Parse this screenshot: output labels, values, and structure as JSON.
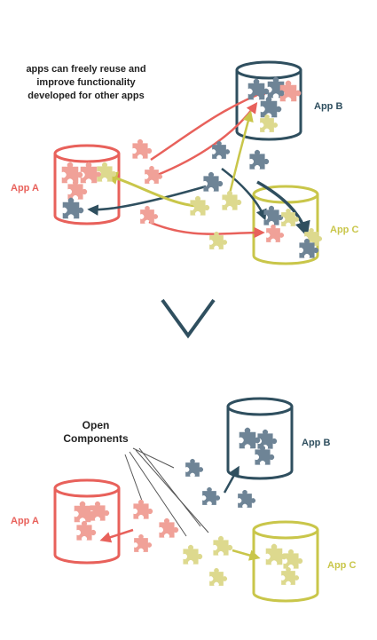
{
  "top": {
    "caption": [
      "apps can freely reuse and",
      "improve  functionality",
      "developed for other apps"
    ],
    "app_a": "App A",
    "app_b": "App B",
    "app_c": "App C"
  },
  "bottom": {
    "open_components": [
      "Open",
      "Components"
    ],
    "app_a": "App A",
    "app_b": "App B",
    "app_c": "App C"
  },
  "colors": {
    "app_a": "#e8615b",
    "app_a_piece": "#f0a198",
    "app_b": "#2f4f5f",
    "app_b_piece": "#6e8496",
    "app_c": "#c9c64a",
    "app_c_piece": "#ddd98e",
    "arrow_icon": "#2f4f5f",
    "leader_line": "#555555"
  },
  "icons": [
    "puzzle-piece-icon",
    "cylinder-database-icon",
    "chevron-down-icon"
  ]
}
